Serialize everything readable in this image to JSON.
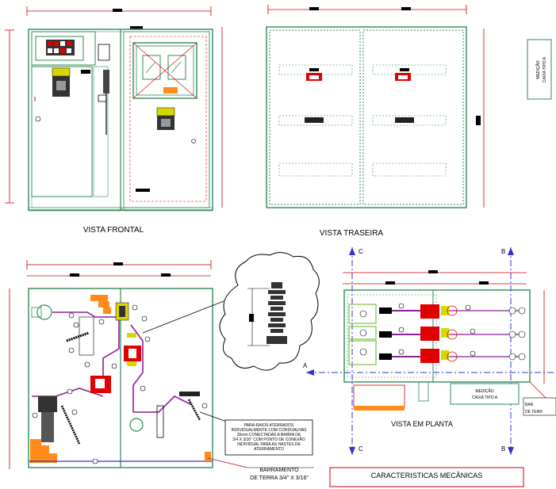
{
  "views": {
    "front": "VISTA FRONTAL",
    "rear": "VISTA TRASEIRA",
    "plan": "VISTA EM PLANTA"
  },
  "side_box": {
    "line1": "MEDIÇÃO",
    "line2": "CAIXA TIPO A"
  },
  "plan_box": {
    "line1": "MEDIÇÃO",
    "line2": "CAIXA TIPO A"
  },
  "callout": {
    "lines": [
      "PARA-RAIOS ATERRADOS",
      "INDIVIDUALMENTE COM CORDOALHAS",
      "35mm CONECTADAS A BARRA DE",
      "3/4 X 3/16\" COM PONTO DE CONEXÃO",
      "INDIVIDUAL PARA AS HASTES DE",
      "ATERRAMENTO"
    ]
  },
  "ground_bar": {
    "line1": "BARRAMENTO",
    "line2": "DE TERRA 3/4\" X 3/16\""
  },
  "partial_label": {
    "line1": "BAR",
    "line2": "DE TERR"
  },
  "mechanical_box": "CARACTERISTICAS MECÂNICAS",
  "section_marks": {
    "c": "C",
    "b": "B",
    "a": "A"
  },
  "colors": {
    "frame": "#2e8b57",
    "dim": "#cc0000",
    "purple": "#8b1e9b",
    "breaker_red": "#e00000",
    "equip_yellow": "#d8d800",
    "orange": "#ff8c1a",
    "section_line": "#3333cc"
  }
}
